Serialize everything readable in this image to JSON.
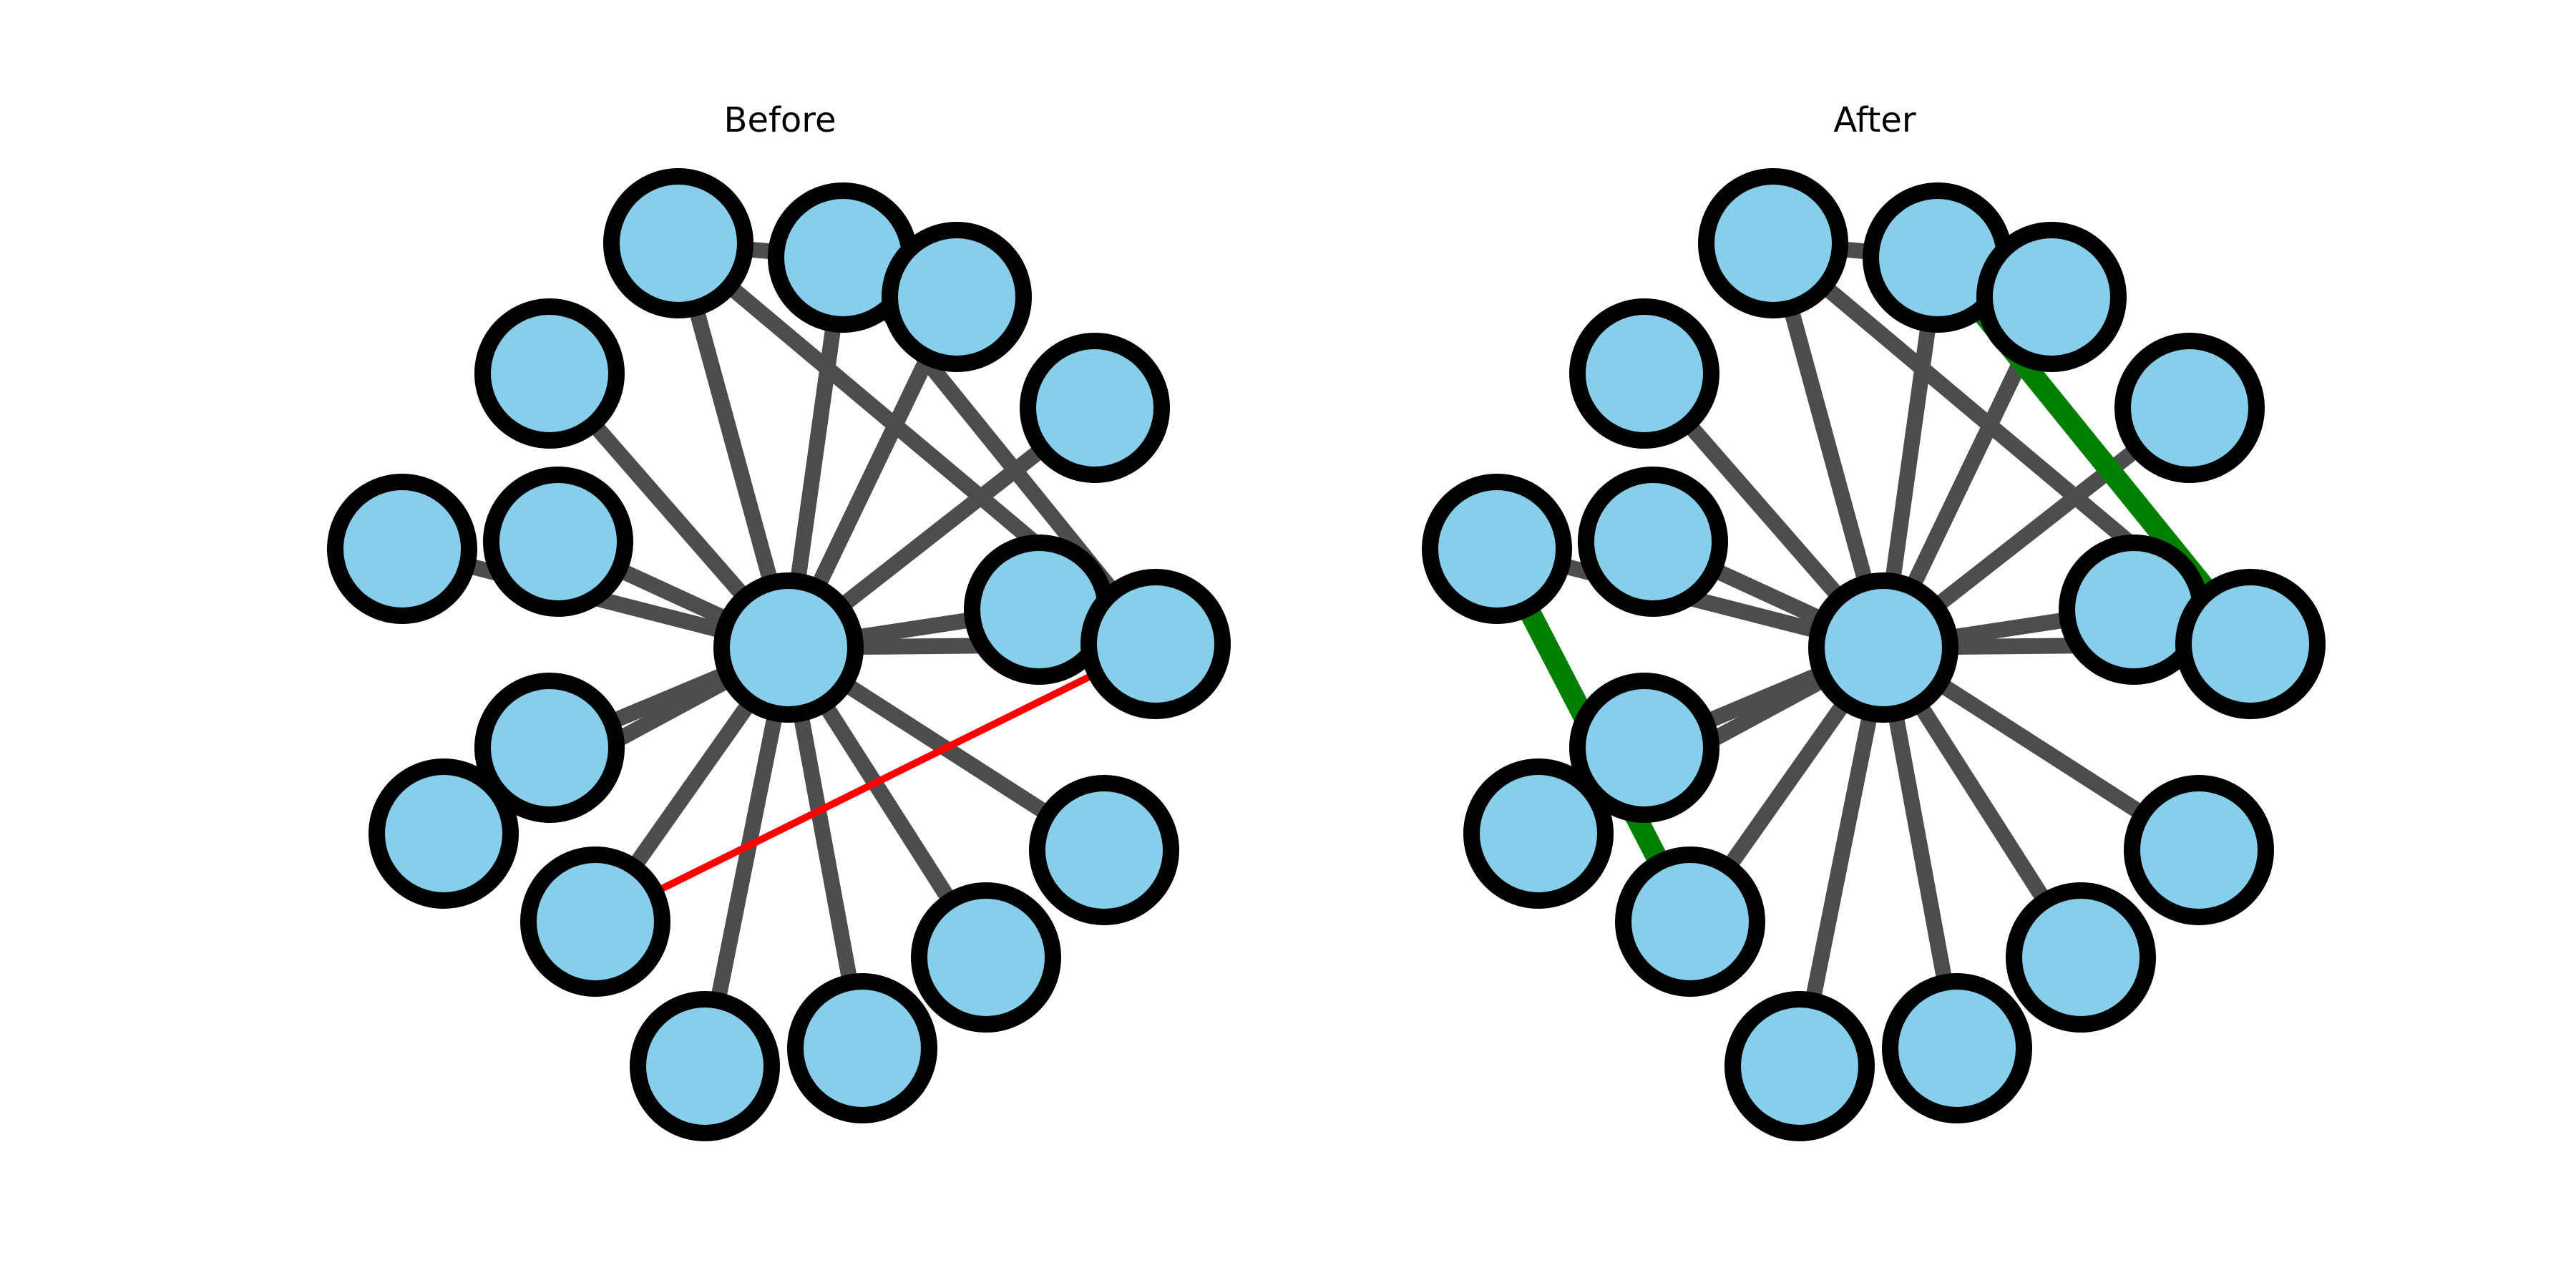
{
  "panels": [
    {
      "title": "Before",
      "highlight_color": "#ff0000",
      "added_edges": [],
      "removed_edges": [
        [
          9,
          13
        ]
      ]
    },
    {
      "title": "After",
      "highlight_color": "#008000",
      "added_edges": [
        [
          6,
          13
        ],
        [
          2,
          9
        ]
      ],
      "removed_edges": []
    }
  ],
  "graph": {
    "hub": 0,
    "nodes": [
      "0",
      "1",
      "2",
      "3",
      "4",
      "5",
      "6",
      "7",
      "8",
      "9",
      "10",
      "11",
      "12",
      "13",
      "14",
      "15",
      "16",
      "17",
      "18"
    ],
    "edges": [
      [
        0,
        1
      ],
      [
        0,
        2
      ],
      [
        0,
        3
      ],
      [
        0,
        4
      ],
      [
        0,
        5
      ],
      [
        0,
        6
      ],
      [
        0,
        7
      ],
      [
        0,
        8
      ],
      [
        0,
        9
      ],
      [
        0,
        10
      ],
      [
        0,
        11
      ],
      [
        0,
        12
      ],
      [
        0,
        13
      ],
      [
        0,
        14
      ],
      [
        0,
        15
      ],
      [
        0,
        16
      ],
      [
        0,
        17
      ],
      [
        0,
        18
      ],
      [
        1,
        2
      ],
      [
        2,
        9
      ],
      [
        1,
        9
      ]
    ]
  },
  "style": {
    "node_fill": "#87ceeb",
    "node_stroke": "#000000",
    "edge_color": "#4d4d4d",
    "overlap_edge_color": "#1a1a1a"
  }
}
